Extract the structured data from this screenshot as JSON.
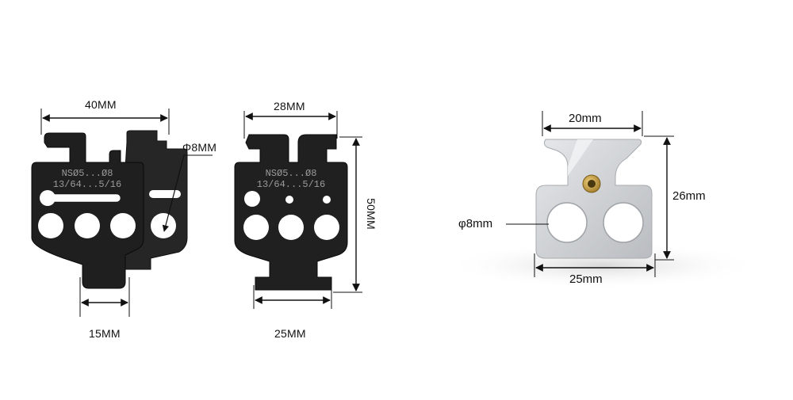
{
  "colors": {
    "part_dark": "#1f1f1f",
    "part_dark_back": "#2a2a2a",
    "aluminum": "#d4d6d8",
    "brass": "#c8a046",
    "dimension_line": "#111111",
    "background": "#ffffff"
  },
  "part_left": {
    "engraving_line1": "NSØ5...Ø8",
    "engraving_line2": "13/64...5/16",
    "dim_width_top": "40MM",
    "dim_hole": "Φ8MM",
    "dim_width_bottom": "15MM"
  },
  "part_middle": {
    "engraving_line1": "NSØ5...Ø8",
    "engraving_line2": "13/64...5/16",
    "dim_width_top": "28MM",
    "dim_height": "50MM",
    "dim_width_bottom": "25MM"
  },
  "part_right": {
    "dim_width_top": "20mm",
    "dim_height": "26mm",
    "dim_hole": "φ8mm",
    "dim_width_bottom": "25mm"
  }
}
